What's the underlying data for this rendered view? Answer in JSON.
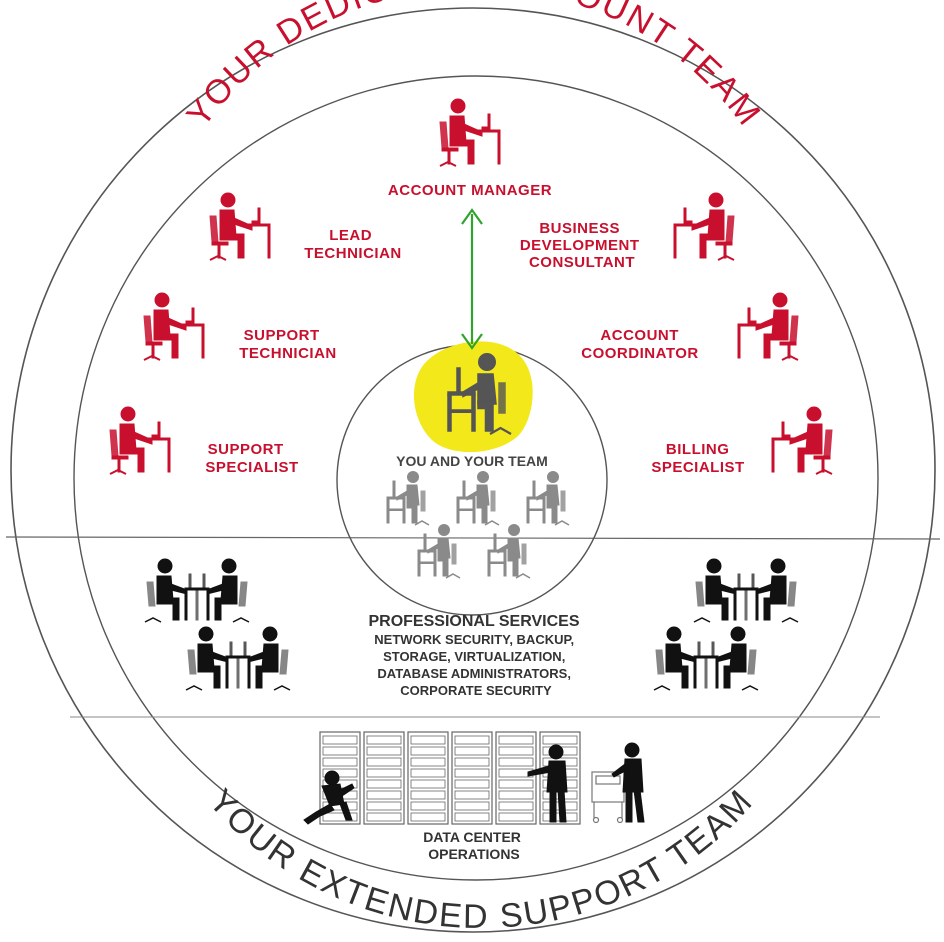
{
  "colors": {
    "accent_red": "#c8102e",
    "ink": "#1a1a1a",
    "gray": "#6b6b6b",
    "highlight_yellow": "#f2e81a",
    "arrow_green": "#2fa42f"
  },
  "titles": {
    "top_arc": "YOUR DEDICATED ACCOUNT TEAM",
    "bottom_arc": "YOUR EXTENDED SUPPORT TEAM"
  },
  "dedicated_team": {
    "account_manager": [
      "ACCOUNT MANAGER"
    ],
    "lead_technician": [
      "LEAD",
      "TECHNICIAN"
    ],
    "business_development": [
      "BUSINESS",
      "DEVELOPMENT",
      "CONSULTANT"
    ],
    "support_technician": [
      "SUPPORT",
      "TECHNICIAN"
    ],
    "account_coordinator": [
      "ACCOUNT",
      "COORDINATOR"
    ],
    "support_specialist": [
      "SUPPORT",
      "SPECIALIST"
    ],
    "billing_specialist": [
      "BILLING",
      "SPECIALIST"
    ]
  },
  "center": {
    "label": "YOU AND YOUR TEAM"
  },
  "professional_services": {
    "title": "PROFESSIONAL SERVICES",
    "lines": [
      "NETWORK SECURITY, BACKUP,",
      "STORAGE, VIRTUALIZATION,",
      "DATABASE ADMINISTRATORS,",
      "CORPORATE SECURITY"
    ]
  },
  "data_center": {
    "lines": [
      "DATA CENTER",
      "OPERATIONS"
    ]
  },
  "icons": {
    "desk_worker": "person-at-desk-icon",
    "meeting_pair": "two-people-meeting-icon",
    "server_rack": "server-rack-icon",
    "technician": "technician-standing-icon"
  }
}
